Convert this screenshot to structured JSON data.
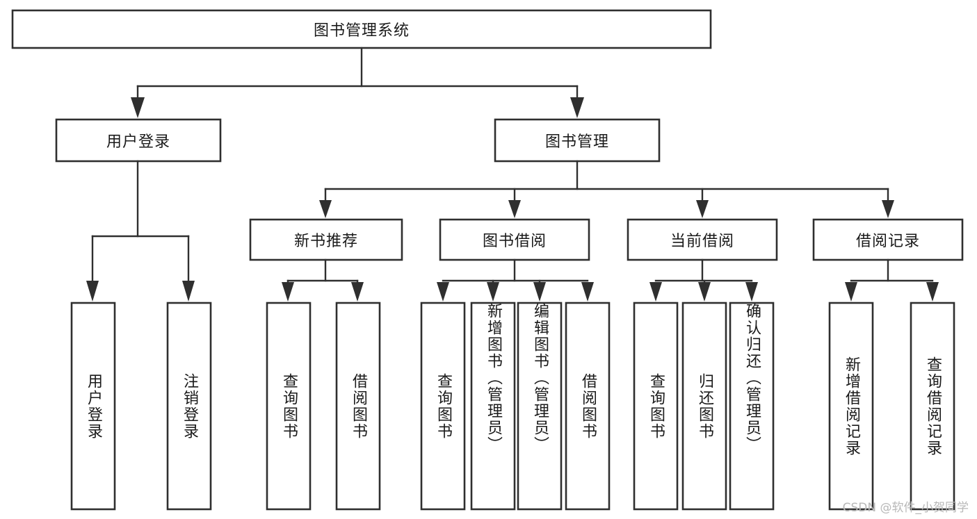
{
  "diagram": {
    "title": "图书管理系统",
    "type": "tree-hierarchy",
    "watermark": "CSDN @软件_小贺同学",
    "colors": {
      "box_stroke": "#2f2f2f",
      "box_fill": "#ffffff",
      "text": "#1a1a1a",
      "connector": "#2f2f2f",
      "watermark": "#b8b8b8",
      "background": "#ffffff"
    },
    "root": {
      "label": "图书管理系统"
    },
    "level2": [
      {
        "label": "用户登录"
      },
      {
        "label": "图书管理"
      }
    ],
    "level3": [
      {
        "label": "新书推荐"
      },
      {
        "label": "图书借阅"
      },
      {
        "label": "当前借阅"
      },
      {
        "label": "借阅记录"
      }
    ],
    "leaves": {
      "user_login": [
        {
          "label": "用户登录"
        },
        {
          "label": "注销登录"
        }
      ],
      "new_book": [
        {
          "label": "查询图书"
        },
        {
          "label": "借阅图书"
        }
      ],
      "book_borrow": [
        {
          "label": "查询图书"
        },
        {
          "label": "新增图书（管理员）"
        },
        {
          "label": "编辑图书（管理员）"
        },
        {
          "label": "借阅图书"
        }
      ],
      "current_borrow": [
        {
          "label": "查询图书"
        },
        {
          "label": "归还图书"
        },
        {
          "label": "确认归还（管理员）"
        }
      ],
      "borrow_record": [
        {
          "label": "新增借阅记录"
        },
        {
          "label": "查询借阅记录"
        }
      ]
    }
  }
}
